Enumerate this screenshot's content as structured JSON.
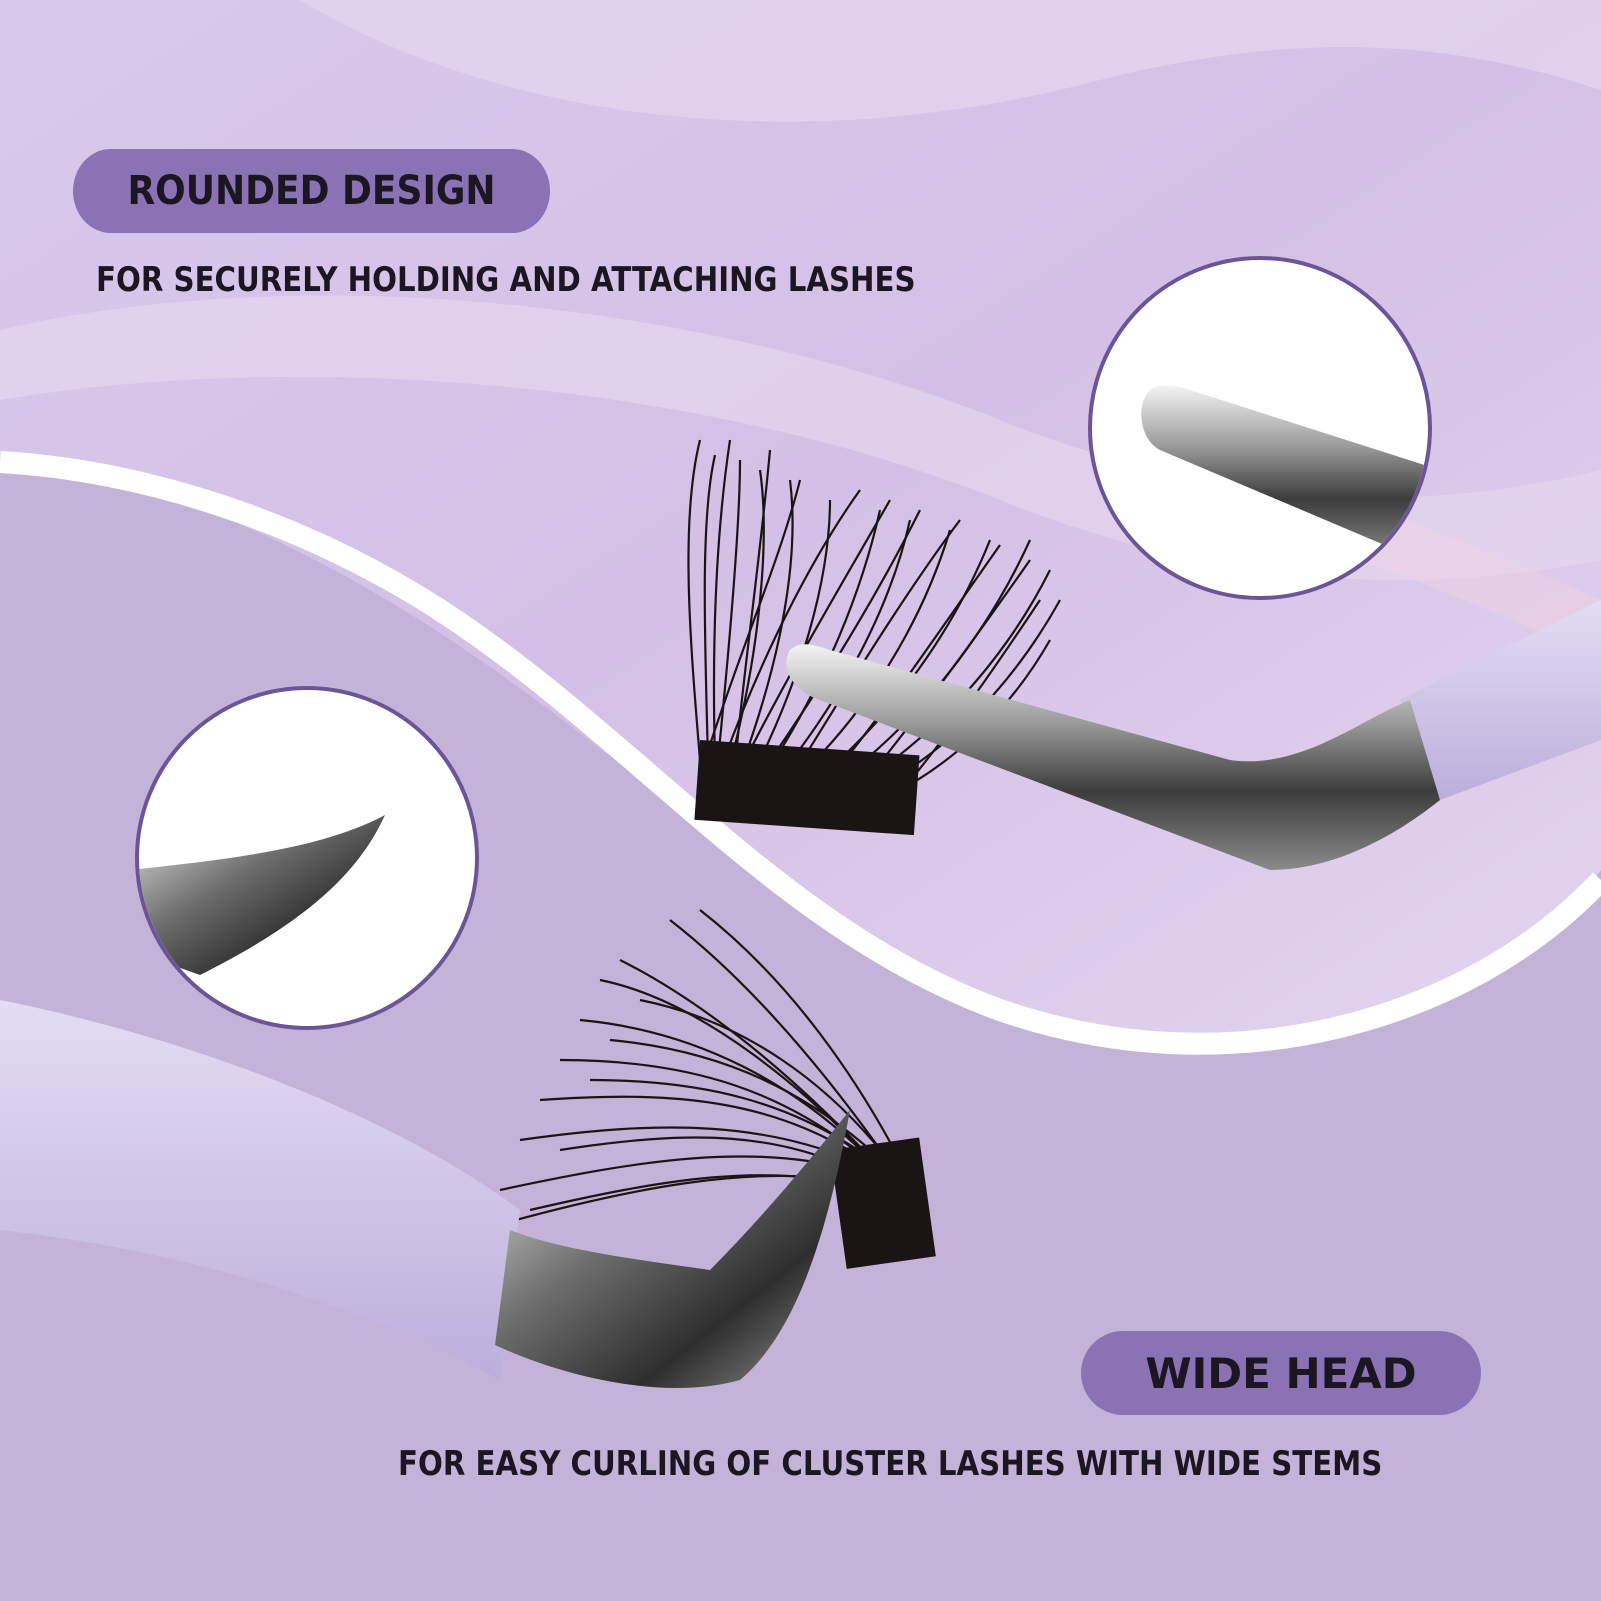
{
  "features": {
    "top": {
      "title": "ROUNDED DESIGN",
      "description": "FOR SECURELY HOLDING AND ATTACHING LASHES"
    },
    "bottom": {
      "title": "WIDE HEAD",
      "description": "FOR EASY CURLING OF CLUSTER LASHES WITH WIDE STEMS"
    }
  },
  "colors": {
    "background": "#c4b3d8",
    "accent": "#8b72b5",
    "text": "#1c1622",
    "wave": "#ffffff",
    "handle": "#d2c8ea"
  }
}
